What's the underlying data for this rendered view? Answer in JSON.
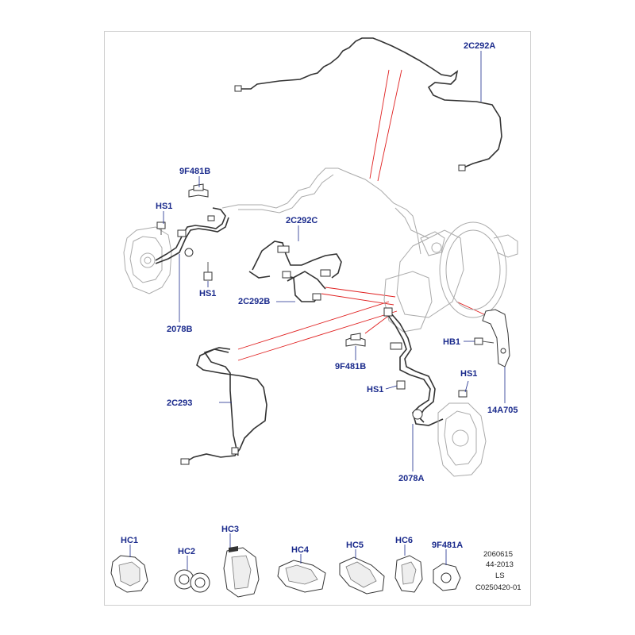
{
  "labels": {
    "p2C292A": "2C292A",
    "p9F481B_top": "9F481B",
    "hs1_left_top": "HS1",
    "p2C292C": "2C292C",
    "hs1_left_bottom": "HS1",
    "p2C292B": "2C292B",
    "p2078B": "2078B",
    "hb1": "HB1",
    "p9F481B_mid": "9F481B",
    "hs1_right": "HS1",
    "hs1_center": "HS1",
    "p14A705": "14A705",
    "p2C293": "2C293",
    "p2078A": "2078A",
    "hc1": "HC1",
    "hc2": "HC2",
    "hc3": "HC3",
    "hc4": "HC4",
    "hc5": "HC5",
    "hc6": "HC6",
    "p9F481A": "9F481A"
  },
  "meta": {
    "line1": "2060615",
    "line2": "44-2013",
    "line3": "LS",
    "line4": "C0250420-01"
  }
}
